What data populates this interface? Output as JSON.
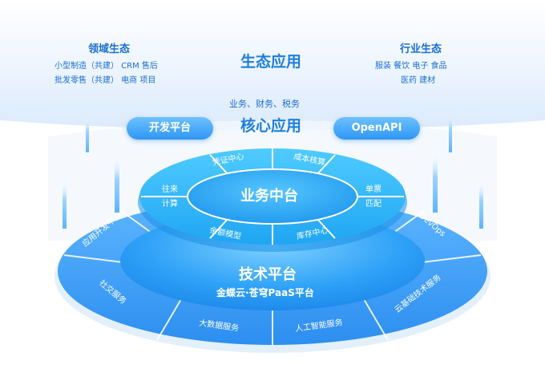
{
  "ecosystem": {
    "title": "生态应用",
    "domain": {
      "title": "领域生态",
      "line1": "小型制造（共建） CRM 售后",
      "line2": "批发零售（共建） 电商 项目"
    },
    "industry": {
      "title": "行业生态",
      "line1": "服装  餐饮  电子  食品",
      "line2": "医药  建材"
    }
  },
  "core": {
    "subtitle": "业务、财务、税务",
    "title": "核心应用",
    "left_pill": "开发平台",
    "right_pill": "OpenAPI"
  },
  "middle_ring": {
    "center": "业务中台",
    "segments": {
      "top_left": "凭证中心",
      "top_right": "成本核算",
      "right_1": "单票",
      "right_2": "匹配",
      "bottom_right": "库存中心",
      "bottom_left": "余额模型",
      "left_1": "往来",
      "left_2": "计算"
    }
  },
  "base_ring": {
    "title": "技术平台",
    "subtitle": "金蝶云·苍穹PaaS平台",
    "segments": {
      "app_dev": "应用开发平台",
      "devops": "DevOps",
      "social": "社交服务",
      "cloud_infra": "云基础技术服务",
      "big_data": "大数据服务",
      "ai": "人工智能服务"
    }
  },
  "colors": {
    "title_blue": "#1e7fe0",
    "text_blue": "#1a6fcf",
    "ring_outer": "#3aa0f5",
    "ring_middle": "#33b4f6",
    "center_disc": "#1e9af5"
  }
}
